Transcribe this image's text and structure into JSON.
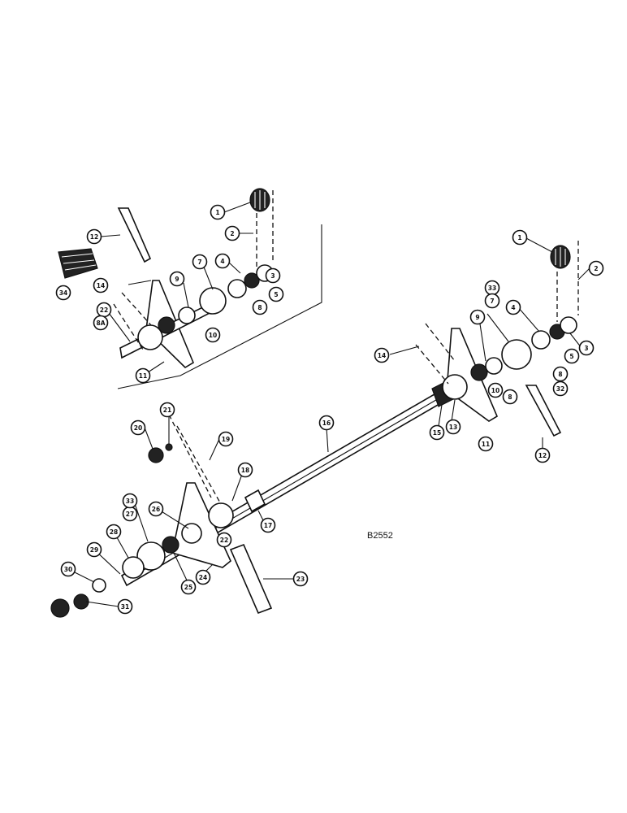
{
  "drawing_code": "B2552",
  "callouts": {
    "c1a": "1",
    "c2a": "2",
    "c3a": "3",
    "c4a": "4",
    "c5a": "5",
    "c8a": "8",
    "c7a": "7",
    "c9a": "9",
    "c10a": "10",
    "c11a": "11",
    "c12a": "12",
    "c14a": "14",
    "c22a": "22",
    "c8Aa": "8A",
    "c34": "34",
    "c1b": "1",
    "c2b": "2",
    "c3b": "3",
    "c4b": "4",
    "c5b": "5",
    "c33b": "33",
    "c7b": "7",
    "c9b": "9",
    "c10b": "10",
    "c8b": "8",
    "c6b": "8",
    "c32b": "32",
    "c14b": "14",
    "c13b": "13",
    "c15b": "15",
    "c11b": "11",
    "c12b": "12",
    "c16": "16",
    "c17": "17",
    "c18": "18",
    "c19": "19",
    "c20": "20",
    "c21": "21",
    "c22c": "22",
    "c23": "23",
    "c24": "24",
    "c25": "25",
    "c26": "26",
    "c27": "27",
    "c28": "28",
    "c29": "29",
    "c30": "30",
    "c31": "31",
    "c33c": "33"
  }
}
